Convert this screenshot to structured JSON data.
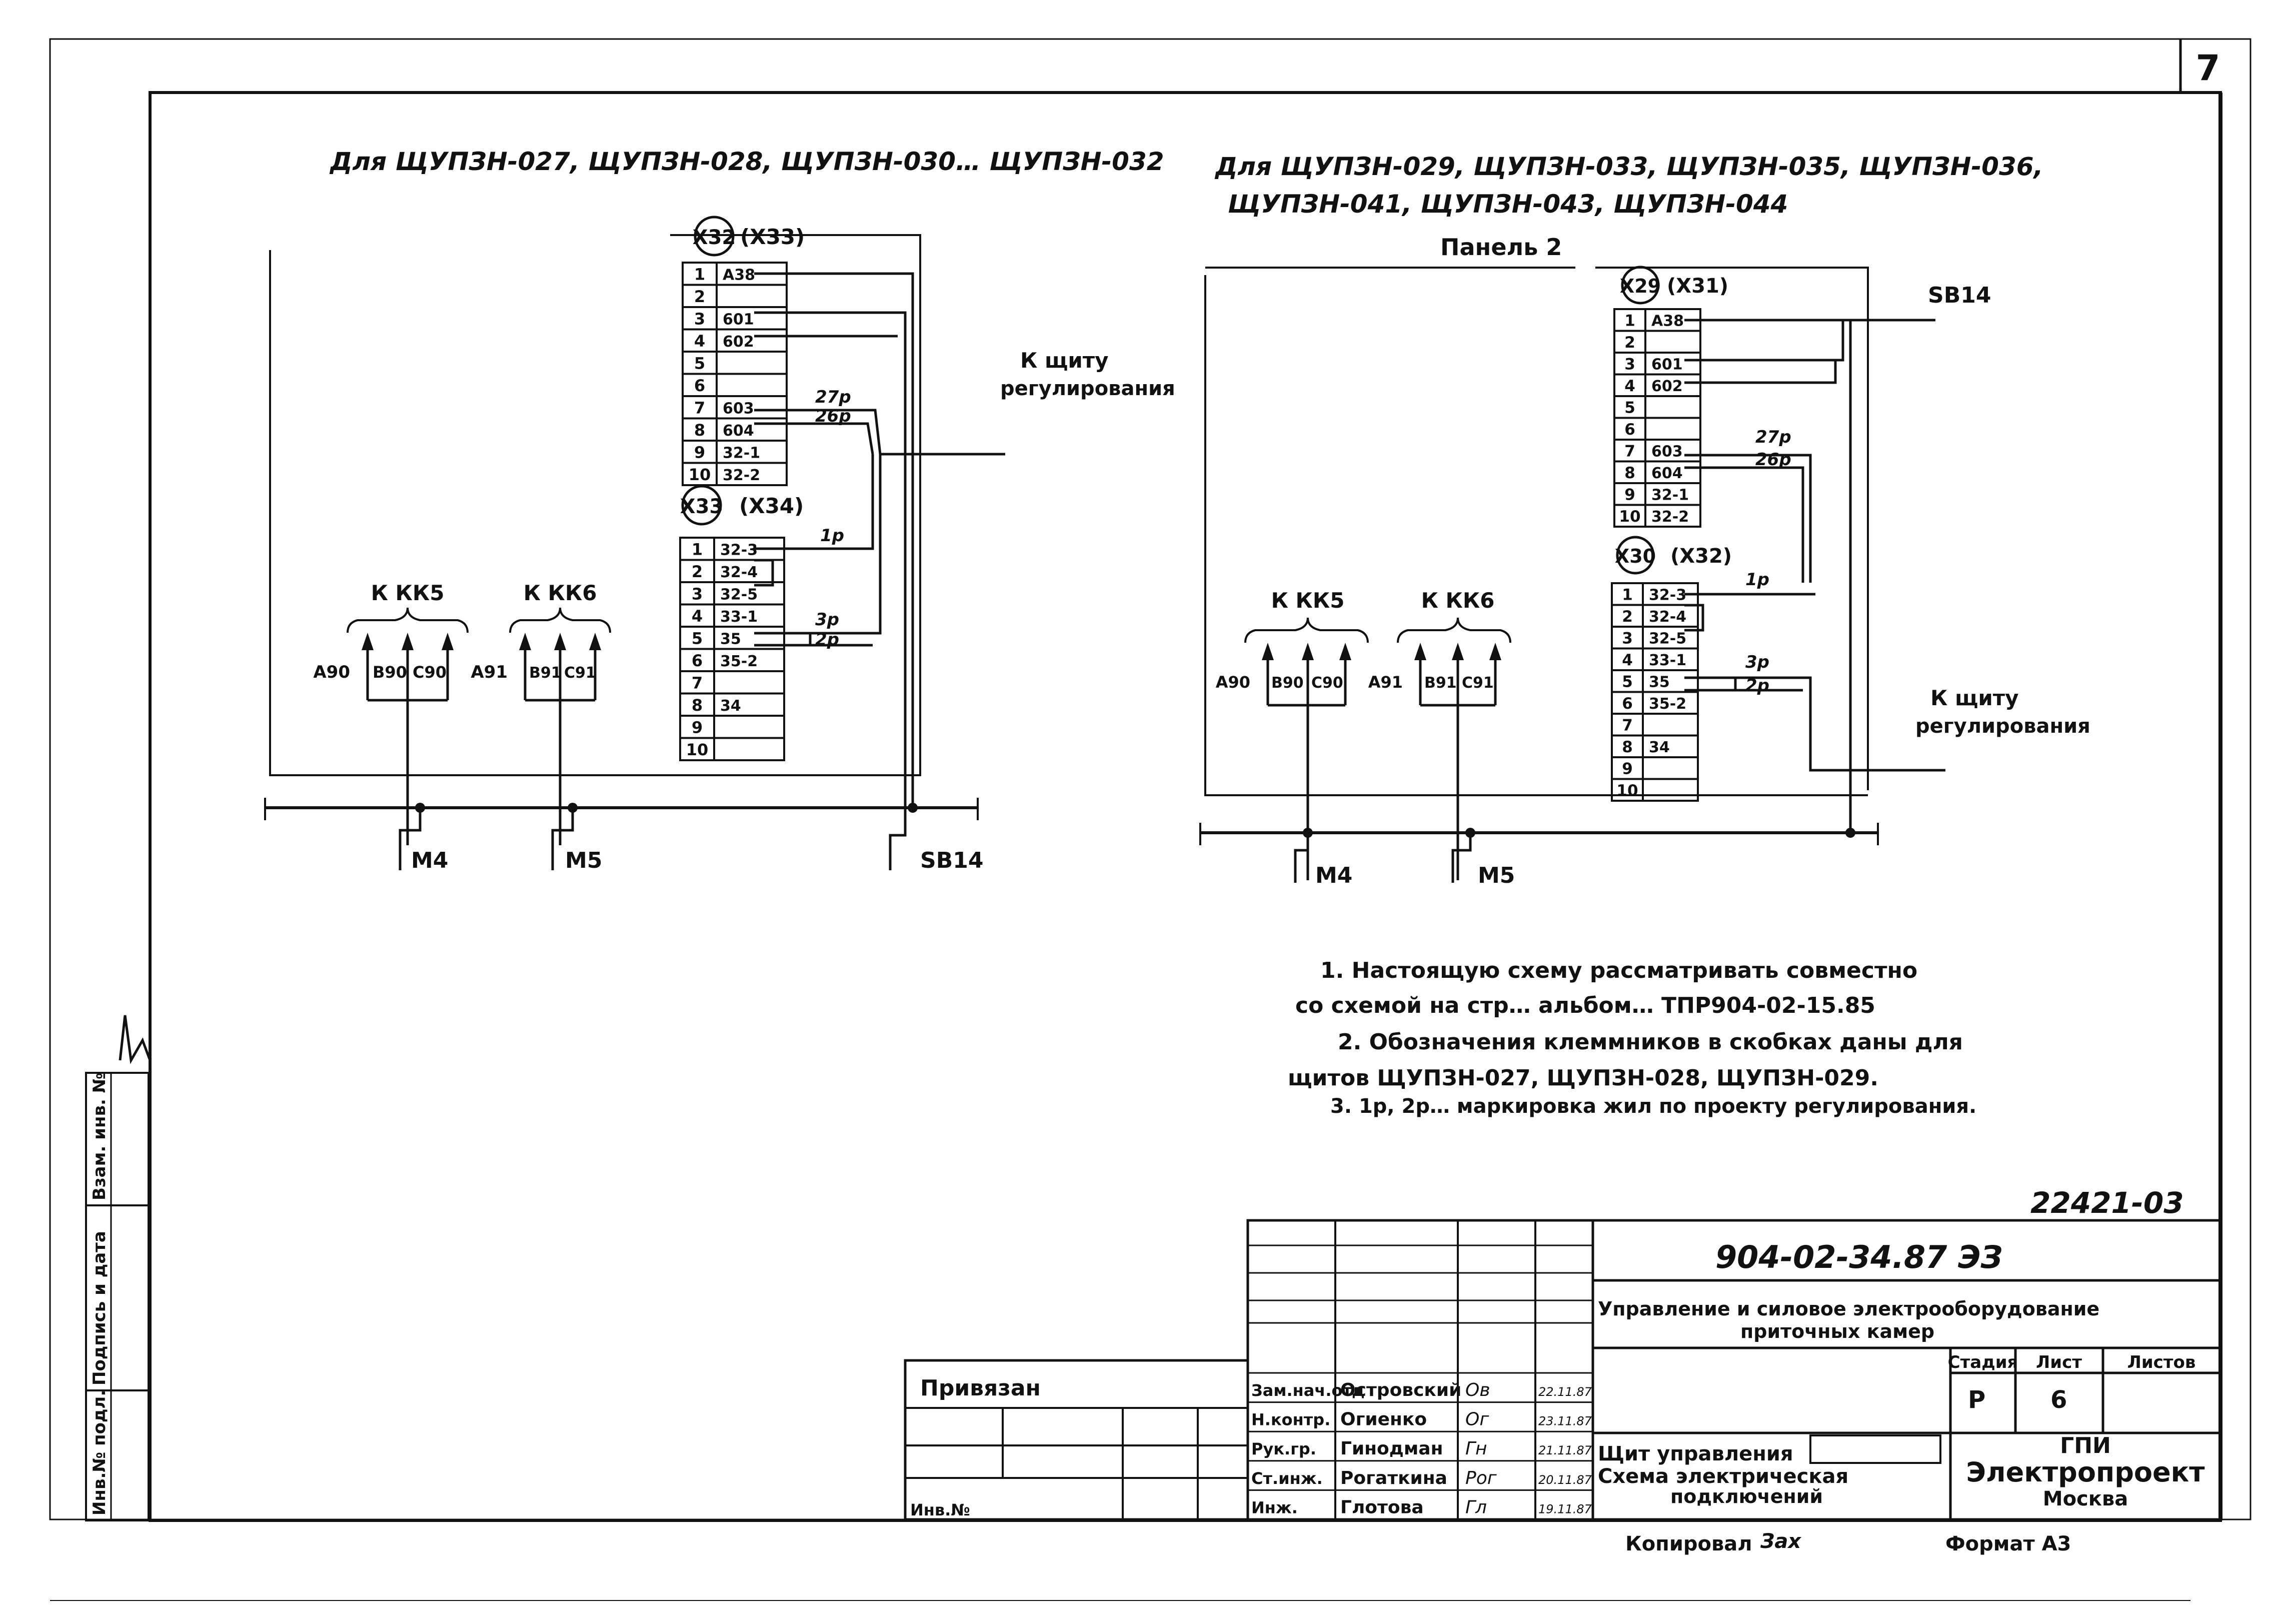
{
  "sheet": {
    "page_number": "7",
    "archive_number": "22421-03",
    "format_note": "Формат А3",
    "copied_note": "Копировал",
    "copied_signature": "Зах"
  },
  "left_diagram": {
    "title": "Для ЩУПЗН-027, ЩУПЗН-028, ЩУПЗН-030… ЩУПЗН-032",
    "block1_header": [
      "X32",
      "(X33)"
    ],
    "block1_rows": [
      [
        "1",
        "А38"
      ],
      [
        "2",
        ""
      ],
      [
        "3",
        "601"
      ],
      [
        "4",
        "602"
      ],
      [
        "5",
        ""
      ],
      [
        "6",
        ""
      ],
      [
        "7",
        "603"
      ],
      [
        "8",
        "604"
      ],
      [
        "9",
        "32-1"
      ],
      [
        "10",
        "32-2"
      ]
    ],
    "block2_header": [
      "X33",
      "(X34)"
    ],
    "block2_rows": [
      [
        "1",
        "32-3"
      ],
      [
        "2",
        "32-4"
      ],
      [
        "3",
        "32-5"
      ],
      [
        "4",
        "33-1"
      ],
      [
        "5",
        "35"
      ],
      [
        "6",
        "35-2"
      ],
      [
        "7",
        ""
      ],
      [
        "8",
        "34"
      ],
      [
        "9",
        ""
      ],
      [
        "10",
        ""
      ]
    ],
    "wire_labels": [
      "27р",
      "26р",
      "1р",
      "3р",
      "2р"
    ],
    "to_regulation": [
      "К щиту",
      "регулирования"
    ],
    "kk5_label": "К КК5",
    "kk6_label": "К КК6",
    "kk5_phases": [
      "А90",
      "В90",
      "С90"
    ],
    "kk6_phases": [
      "А91",
      "В91",
      "С91"
    ],
    "bus_labels": [
      "М4",
      "М5",
      "SВ14"
    ]
  },
  "right_diagram": {
    "title_lines": [
      "Для ЩУПЗН-029, ЩУПЗН-033, ЩУПЗН-035, ЩУПЗН-036,",
      "ЩУПЗН-041, ЩУПЗН-043, ЩУПЗН-044"
    ],
    "panel_label": "Панель 2",
    "sb_label": "SВ14",
    "block1_header": [
      "X29",
      "(X31)"
    ],
    "block1_rows": [
      [
        "1",
        "А38"
      ],
      [
        "2",
        ""
      ],
      [
        "3",
        "601"
      ],
      [
        "4",
        "602"
      ],
      [
        "5",
        ""
      ],
      [
        "6",
        ""
      ],
      [
        "7",
        "603"
      ],
      [
        "8",
        "604"
      ],
      [
        "9",
        "32-1"
      ],
      [
        "10",
        "32-2"
      ]
    ],
    "block2_header": [
      "X30",
      "(X32)"
    ],
    "block2_rows": [
      [
        "1",
        "32-3"
      ],
      [
        "2",
        "32-4"
      ],
      [
        "3",
        "32-5"
      ],
      [
        "4",
        "33-1"
      ],
      [
        "5",
        "35"
      ],
      [
        "6",
        "35-2"
      ],
      [
        "7",
        ""
      ],
      [
        "8",
        "34"
      ],
      [
        "9",
        ""
      ],
      [
        "10",
        ""
      ]
    ],
    "wire_labels": [
      "27р",
      "26р",
      "1р",
      "3р",
      "2р"
    ],
    "to_regulation": [
      "К щиту",
      "регулирования"
    ],
    "kk5_label": "К КК5",
    "kk6_label": "К КК6",
    "kk5_phases": [
      "А90",
      "В90",
      "С90"
    ],
    "kk6_phases": [
      "А91",
      "В91",
      "С91"
    ],
    "bus_labels": [
      "М4",
      "М5"
    ]
  },
  "notes": [
    "1. Настоящую схему рассматривать совместно",
    "со схемой на стр… альбом… ТПР904-02-15.85",
    "2. Обозначения клеммников в скобках даны для",
    "щитов ЩУПЗН-027, ЩУПЗН-028, ЩУПЗН-029.",
    "3. 1р, 2р… маркировка жил по проекту регулирования."
  ],
  "left_margin_stamp": [
    "Инв.№ подл.",
    "Подпись и дата",
    "Взам. инв. №"
  ],
  "title_block": {
    "document_code": "904-02-34.87  ЭЗ",
    "project_title": [
      "Управление и силовое электрооборудование",
      "приточных камер"
    ],
    "bound_label": "Привязан",
    "inv_label": "Инв.№",
    "staff": [
      {
        "role": "Зам.нач.отд",
        "name": "Островский",
        "sign": "Ов",
        "date": "22.11.87"
      },
      {
        "role": "Н.контр.",
        "name": "Огиенко",
        "sign": "Ог",
        "date": "23.11.87"
      },
      {
        "role": "Рук.гр.",
        "name": "Гинодман",
        "sign": "Гн",
        "date": "21.11.87"
      },
      {
        "role": "Ст.инж.",
        "name": "Рогаткина",
        "sign": "Рог",
        "date": "20.11.87"
      },
      {
        "role": "Инж.",
        "name": "Глотова",
        "sign": "Гл",
        "date": "19.11.87"
      }
    ],
    "sheet_name": [
      "Щит управления",
      "Схема электрическая",
      "подключений"
    ],
    "stage_header": [
      "Стадия",
      "Лист",
      "Листов"
    ],
    "stage_values": [
      "Р",
      "6",
      ""
    ],
    "organization": [
      "ГПИ",
      "Электропроект",
      "Москва"
    ]
  }
}
